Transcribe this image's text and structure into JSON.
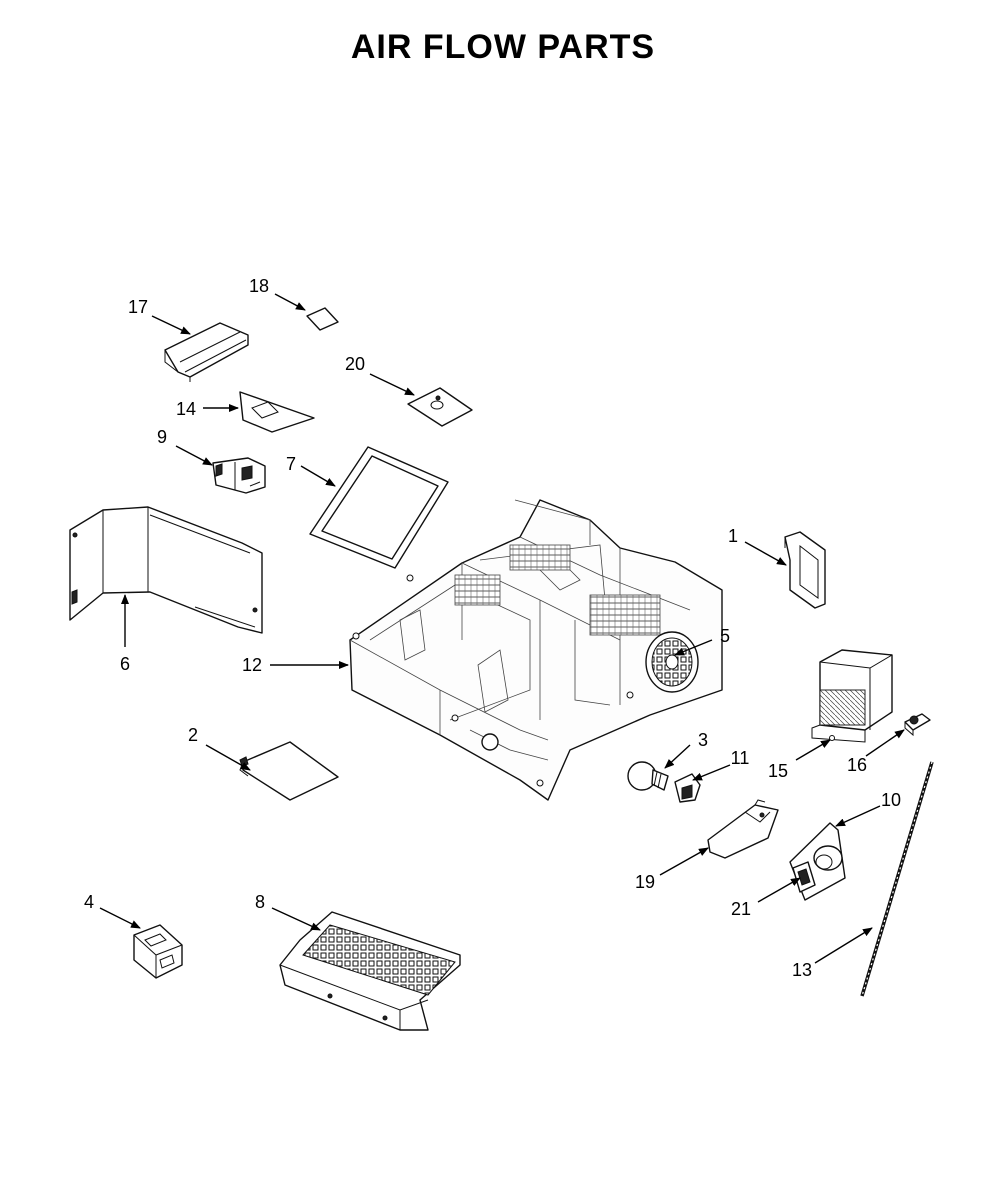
{
  "title": "AIR FLOW PARTS",
  "callouts": {
    "p1": "1",
    "p2": "2",
    "p3": "3",
    "p4": "4",
    "p5": "5",
    "p6": "6",
    "p7": "7",
    "p8": "8",
    "p9": "9",
    "p10": "10",
    "p11": "11",
    "p12": "12",
    "p13": "13",
    "p14": "14",
    "p15": "15",
    "p16": "16",
    "p17": "17",
    "p18": "18",
    "p19": "19",
    "p20": "20",
    "p21": "21"
  }
}
